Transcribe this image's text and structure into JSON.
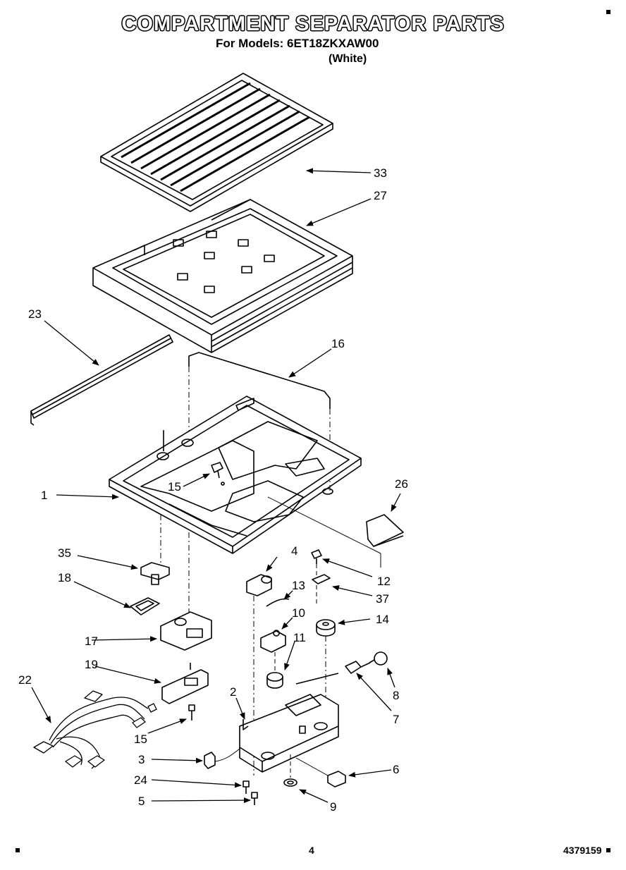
{
  "header": {
    "title": "COMPARTMENT SEPARATOR PARTS",
    "models_line": "For Models: 6ET18ZKXAW00",
    "color_line": "(White)"
  },
  "footer": {
    "page_number": "4",
    "document_number": "4379159"
  },
  "callouts": [
    {
      "id": "c33",
      "label": "33"
    },
    {
      "id": "c27",
      "label": "27"
    },
    {
      "id": "c23",
      "label": "23"
    },
    {
      "id": "c16",
      "label": "16"
    },
    {
      "id": "c15a",
      "label": "15"
    },
    {
      "id": "c1",
      "label": "1"
    },
    {
      "id": "c26",
      "label": "26"
    },
    {
      "id": "c4",
      "label": "4"
    },
    {
      "id": "c12",
      "label": "12"
    },
    {
      "id": "c35",
      "label": "35"
    },
    {
      "id": "c13",
      "label": "13"
    },
    {
      "id": "c37",
      "label": "37"
    },
    {
      "id": "c18",
      "label": "18"
    },
    {
      "id": "c10",
      "label": "10"
    },
    {
      "id": "c14",
      "label": "14"
    },
    {
      "id": "c17",
      "label": "17"
    },
    {
      "id": "c11",
      "label": "11"
    },
    {
      "id": "c19",
      "label": "19"
    },
    {
      "id": "c8",
      "label": "8"
    },
    {
      "id": "c22",
      "label": "22"
    },
    {
      "id": "c2",
      "label": "2"
    },
    {
      "id": "c7",
      "label": "7"
    },
    {
      "id": "c15b",
      "label": "15"
    },
    {
      "id": "c3",
      "label": "3"
    },
    {
      "id": "c6",
      "label": "6"
    },
    {
      "id": "c24",
      "label": "24"
    },
    {
      "id": "c5",
      "label": "5"
    },
    {
      "id": "c9",
      "label": "9"
    }
  ]
}
